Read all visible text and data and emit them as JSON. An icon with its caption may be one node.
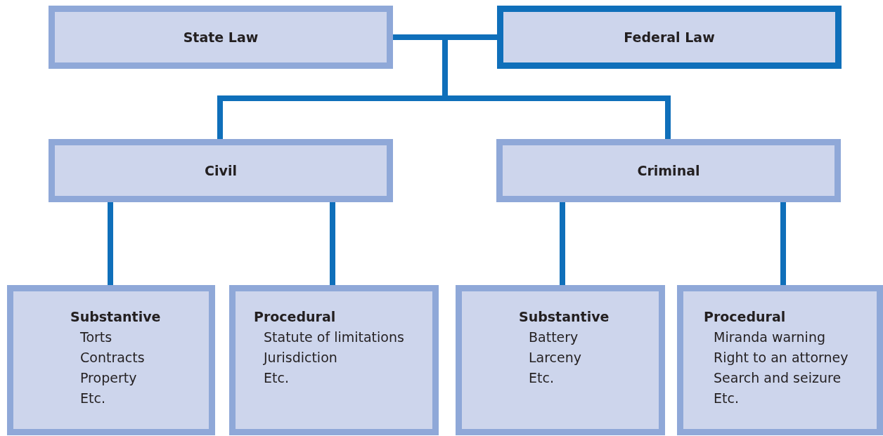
{
  "diagram": {
    "nodes": [
      {
        "text": [
          "State Law"
        ]
      },
      {
        "text": [
          "Federal Law"
        ]
      },
      {
        "text": [
          "Civil"
        ]
      },
      {
        "text": [
          "Criminal"
        ]
      },
      {
        "text": [
          "Substantive",
          "Torts",
          "Contracts",
          "Property",
          "Etc."
        ]
      },
      {
        "text": [
          "Procedural",
          "Statute of limitations",
          "Jurisdiction",
          "Etc."
        ]
      },
      {
        "text": [
          "Substantive",
          "Battery",
          "Larceny",
          "Etc."
        ]
      },
      {
        "text": [
          "Procedural",
          "Miranda warning",
          "Right to an attorney",
          "Search and seizure",
          "Etc."
        ]
      }
    ],
    "edges": [
      {
        "from": 0,
        "to": 1,
        "arrow": "none"
      },
      {
        "from": 0,
        "to": 2,
        "arrow": "none"
      },
      {
        "from": 0,
        "to": 3,
        "arrow": "none"
      },
      {
        "from": 1,
        "to": 2,
        "arrow": "none"
      },
      {
        "from": 1,
        "to": 3,
        "arrow": "none"
      },
      {
        "from": 2,
        "to": 4,
        "arrow": "none"
      },
      {
        "from": 2,
        "to": 5,
        "arrow": "none"
      },
      {
        "from": 3,
        "to": 6,
        "arrow": "none"
      },
      {
        "from": 3,
        "to": 7,
        "arrow": "none"
      }
    ]
  }
}
